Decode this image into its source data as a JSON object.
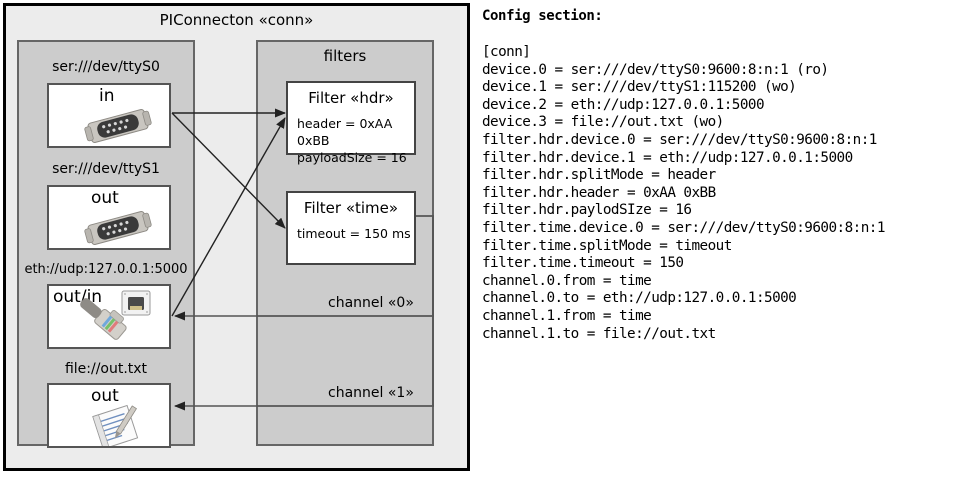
{
  "diagram": {
    "title": "PIConnecton «conn»",
    "devices_group": {
      "title": "",
      "items": [
        {
          "label": "ser:///dev/ttyS0",
          "card_text": "in",
          "icon": "serial-port-icon"
        },
        {
          "label": "ser:///dev/ttyS1",
          "card_text": "out",
          "icon": "serial-port-icon"
        },
        {
          "label": "eth://udp:127.0.0.1:5000",
          "card_text": "out/in",
          "icon": "ethernet-plug-icon"
        },
        {
          "label": "file://out.txt",
          "card_text": "out",
          "icon": "text-file-icon"
        }
      ]
    },
    "filters_group": {
      "title": "filters",
      "items": [
        {
          "title": "Filter «hdr»",
          "props": [
            "header = 0xAA 0xBB",
            "payloadSize = 16"
          ]
        },
        {
          "title": "Filter «time»",
          "props": [
            "timeout = 150 ms"
          ]
        }
      ]
    },
    "channels": [
      {
        "label": "channel «0»"
      },
      {
        "label": "channel «1»"
      }
    ],
    "colors": {
      "outer_background": "#ececec",
      "group_background": "#cccccc",
      "group_border": "#666666",
      "card_background": "#ffffff",
      "card_border": "#555555",
      "frame_border": "#000000",
      "connector_line": "#333333"
    }
  },
  "config": {
    "heading": "Config section:",
    "lines": [
      "[conn]",
      "device.0 = ser:///dev/ttyS0:9600:8:n:1 (ro)",
      "device.1 = ser:///dev/ttyS1:115200 (wo)",
      "device.2 = eth://udp:127.0.0.1:5000",
      "device.3 = file://out.txt (wo)",
      "filter.hdr.device.0 = ser:///dev/ttyS0:9600:8:n:1",
      "filter.hdr.device.1 = eth://udp:127.0.0.1:5000",
      "filter.hdr.splitMode = header",
      "filter.hdr.header = 0xAA 0xBB",
      "filter.hdr.paylodSIze = 16",
      "filter.time.device.0 = ser:///dev/ttyS0:9600:8:n:1",
      "filter.time.splitMode = timeout",
      "filter.time.timeout = 150",
      "channel.0.from = time",
      "channel.0.to = eth://udp:127.0.0.1:5000",
      "channel.1.from = time",
      "channel.1.to = file://out.txt"
    ]
  }
}
